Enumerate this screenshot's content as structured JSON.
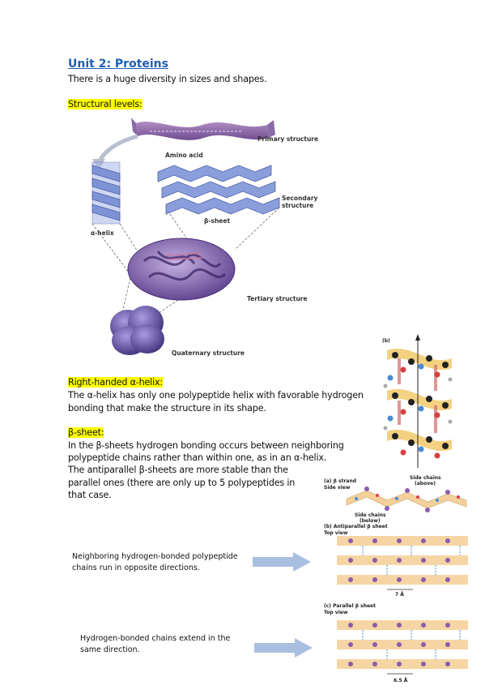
{
  "heading": "Unit 2: Proteins",
  "intro": "There is a huge diversity in sizes and shapes.",
  "structural_levels_label": "Structural levels:",
  "protein_figure": {
    "primary": "Primary structure",
    "amino_acid": "Amino acid",
    "secondary": "Secondary structure",
    "beta_sheet": "β-sheet",
    "alpha_helix": "α-helix",
    "tertiary": "Tertiary structure",
    "quaternary": "Quaternary structure"
  },
  "alpha_helix_section": {
    "heading": "Right-handed α-helix:",
    "line1": "The α-helix has only one polypeptide helix with favorable hydrogen",
    "line2": "bonding that make the structure in its shape."
  },
  "beta_sheet_section": {
    "heading": "β-sheet:",
    "line1": "In the β-sheets hydrogen bonding occurs between neighboring",
    "line2": "polypeptide chains rather than within one, as in an α-helix.",
    "line3": "The antiparallel β-sheets are more stable than the",
    "line4": "parallel ones (there are only up to 5 polypeptides in",
    "line5": "that case."
  },
  "helix_figure": {
    "panel_label": "(b)"
  },
  "sheet_figure": {
    "a_label": "(a) β strand",
    "a_sub": "Side view",
    "side_chains_above": "Side chains",
    "side_chains_above2": "(above)",
    "side_chains_below": "Side chains",
    "side_chains_below2": "(below)",
    "b_label": "(b) Antiparallel β sheet",
    "b_sub": "Top view",
    "b_dim": "7 Å",
    "c_label": "(c) Parallel β sheet",
    "c_sub": "Top view",
    "c_dim": "6.5 Å"
  },
  "note_antiparallel": {
    "line1": "Neighboring hydrogen-bonded polypeptide",
    "line2": "chains run in opposite directions."
  },
  "note_parallel": {
    "line1": "Hydrogen-bonded chains extend in the",
    "line2": "same direction."
  },
  "colors": {
    "heading": "#1f5fb5",
    "highlight": "#ffff00",
    "arrow": "#a9bfe0",
    "helix": "#7e93d6",
    "tertiary": "#7a5ca8",
    "sheet_band": "#f4d09a"
  }
}
